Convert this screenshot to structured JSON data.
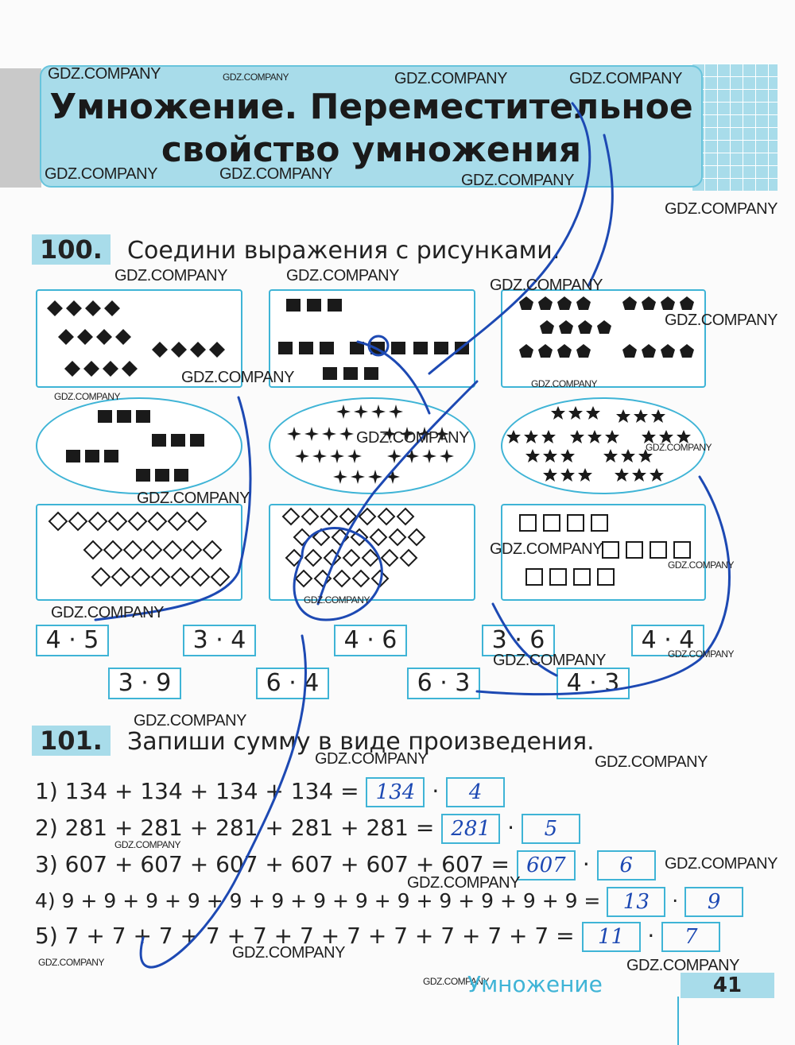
{
  "title": {
    "line1": "Умножение. Переместительное",
    "line2": "свойство умножения"
  },
  "task100": {
    "number": "100.",
    "text": "Соедини выражения с рисунками."
  },
  "expressions": {
    "e1": "4 · 5",
    "e2": "3 · 4",
    "e3": "4 · 6",
    "e4": "3 · 6",
    "e5": "4 · 4",
    "e6": "3 · 9",
    "e7": "6 · 4",
    "e8": "6 · 3",
    "e9": "4 · 3"
  },
  "task101": {
    "number": "101.",
    "text": "Запиши сумму в виде произведения.",
    "rows": [
      {
        "label": "1)",
        "expr": "134 + 134 + 134 + 134 =",
        "a": "134",
        "b": "4"
      },
      {
        "label": "2)",
        "expr": "281 + 281 + 281 + 281 + 281 =",
        "a": "281",
        "b": "5"
      },
      {
        "label": "3)",
        "expr": "607 + 607 + 607 + 607 + 607 + 607 =",
        "a": "607",
        "b": "6"
      },
      {
        "label": "4)",
        "expr": "9 + 9 + 9 + 9 + 9 + 9 + 9 + 9 + 9 + 9 + 9 + 9 + 9 =",
        "a": "13",
        "b": "9"
      },
      {
        "label": "5)",
        "expr": "7 + 7 + 7 + 7 + 7 + 7 + 7 + 7 + 7 + 7 + 7 =",
        "a": "11",
        "b": "7"
      }
    ],
    "dot": "·"
  },
  "footer": {
    "section": "Умножение",
    "page": "41"
  },
  "watermark": "GDZ.COMPANY",
  "colors": {
    "accent": "#3fb4d6",
    "banner": "#a8dcea",
    "pen": "#1d49b3"
  }
}
